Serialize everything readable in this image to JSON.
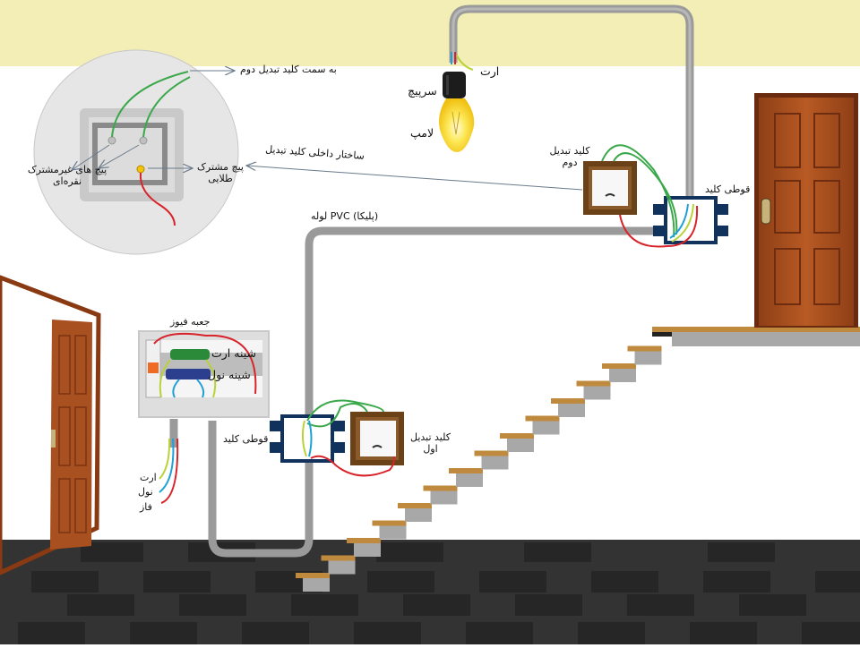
{
  "diagram": {
    "title": "Two-way switch (staircase) wiring",
    "colors": {
      "ceiling": "#f2eeb6",
      "wall": "#ffffff",
      "floor_light": "#3a3a3a",
      "floor_dark": "#262626",
      "pipe": "#9a9a9a",
      "wire_phase": "#d8232a",
      "wire_neutral": "#1fa0d8",
      "wire_earth": "#b9d23a",
      "wire_traveler": "#3aa84a",
      "junction_box": "#12325e",
      "switch_frame": "#6b4218",
      "door": "#a8501f",
      "step_tread": "#c08a3e",
      "step_riser": "#a8a8a8"
    },
    "labels": {
      "to_second_switch": "به سمت کلید تبدیل دوم",
      "non_common_screws": "پیچ های غیرمشترک",
      "non_common_screws_color": "نقره‌ای",
      "common_screw": "پیچ مشترک",
      "common_screw_color": "طلایی",
      "internal_structure": "ساختار داخلی کلید تبدیل",
      "pvc_pipe": "لوله PVC (پلیکا)",
      "earth_top": "ارت",
      "lamp_socket": "سرپیچ",
      "lamp": "لامپ",
      "second_switch_line1": "کلید تبدیل",
      "second_switch_line2": "دوم",
      "junction_box_top": "قوطی کلید",
      "fuse_box": "جعبه فیوز",
      "earth_busbar": "شینه ارت",
      "neutral_busbar": "شینه نول",
      "junction_box_bottom": "قوطی کلید",
      "first_switch_line1": "کلید تبدیل",
      "first_switch_line2": "اول",
      "wire_earth": "ارت",
      "wire_neutral": "نول",
      "wire_phase": "فاز"
    }
  }
}
